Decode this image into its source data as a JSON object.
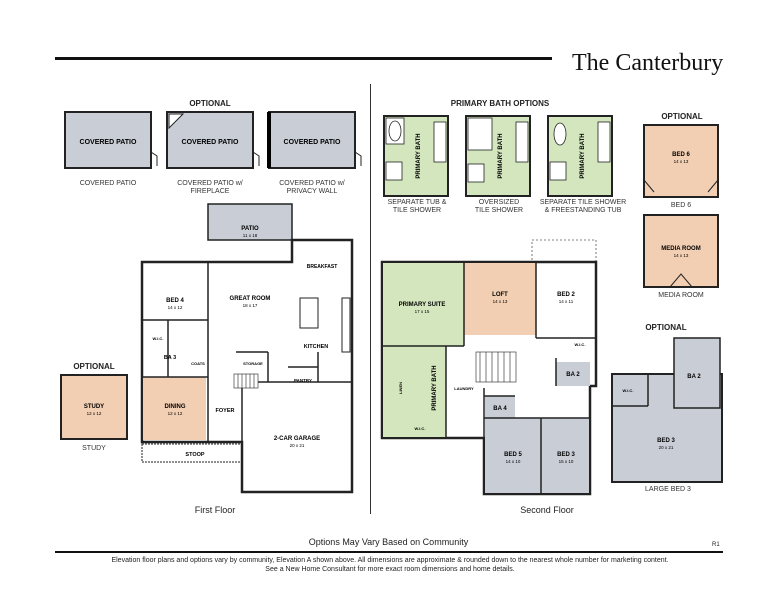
{
  "title": "The Canterbury",
  "optional_label": "OPTIONAL",
  "primary_bath_options_header": "PRIMARY BATH OPTIONS",
  "patio_options": [
    {
      "room": "COVERED PATIO",
      "caption_l1": "COVERED PATIO",
      "caption_l2": ""
    },
    {
      "room": "COVERED PATIO",
      "caption_l1": "COVERED PATIO w/",
      "caption_l2": "FIREPLACE"
    },
    {
      "room": "COVERED PATIO",
      "caption_l1": "COVERED PATIO w/",
      "caption_l2": "PRIVACY WALL"
    }
  ],
  "bath_options": [
    {
      "room": "PRIMARY BATH",
      "caption_l1": "SEPARATE TUB &",
      "caption_l2": "TILE SHOWER"
    },
    {
      "room": "PRIMARY BATH",
      "caption_l1": "OVERSIZED",
      "caption_l2": "TILE SHOWER"
    },
    {
      "room": "PRIMARY BATH",
      "caption_l1": "SEPARATE TILE SHOWER",
      "caption_l2": "& FREESTANDING TUB"
    }
  ],
  "first_floor": {
    "label": "First Floor",
    "rooms": {
      "patio": {
        "name": "PATIO",
        "dim": "11 x 18"
      },
      "breakfast": {
        "name": "BREAKFAST"
      },
      "bed4": {
        "name": "BED 4",
        "dim": "14 x 12"
      },
      "great_room": {
        "name": "GREAT ROOM",
        "dim": "18 x 17"
      },
      "kitchen": {
        "name": "KITCHEN"
      },
      "wic": {
        "name": "W.I.C."
      },
      "ba3": {
        "name": "BA 3"
      },
      "coats": {
        "name": "COATS"
      },
      "storage": {
        "name": "STORAGE"
      },
      "pantry": {
        "name": "PANTRY"
      },
      "dining": {
        "name": "DINING",
        "dim": "12 x 12"
      },
      "foyer": {
        "name": "FOYER"
      },
      "garage": {
        "name": "2-CAR GARAGE",
        "dim": "20 x 21"
      },
      "stoop": {
        "name": "STOOP"
      }
    }
  },
  "study_option": {
    "name": "STUDY",
    "dim": "12 x 12",
    "caption": "STUDY"
  },
  "second_floor": {
    "label": "Second Floor",
    "rooms": {
      "primary_suite": {
        "name": "PRIMARY SUITE",
        "dim": "17 x 15"
      },
      "loft": {
        "name": "LOFT",
        "dim": "14 x 13"
      },
      "bed2": {
        "name": "BED 2",
        "dim": "14 x 11"
      },
      "wic": {
        "name": "W.I.C."
      },
      "primary_bath": {
        "name": "PRIMARY BATH"
      },
      "linen": {
        "name": "LINEN"
      },
      "laundry": {
        "name": "LAUNDRY"
      },
      "ba2": {
        "name": "BA 2"
      },
      "ba4": {
        "name": "BA 4"
      },
      "bed5": {
        "name": "BED 5",
        "dim": "14 x 10"
      },
      "bed3": {
        "name": "BED 3",
        "dim": "15 x 10"
      }
    }
  },
  "bed6_option": {
    "name": "BED 6",
    "dim": "14 x 13",
    "caption": "BED 6"
  },
  "media_option": {
    "name": "MEDIA ROOM",
    "dim": "14 x 13",
    "caption": "MEDIA ROOM"
  },
  "large_bed3_option": {
    "name": "BED 3",
    "dim": "20 x 21",
    "wic": "W.I.C.",
    "ba2": "BA 2",
    "caption": "LARGE BED 3"
  },
  "note": "Options May Vary Based on Community",
  "revision": "R1",
  "disclaimer_l1": "Elevation floor plans and options vary by community, Elevation A shown above. All dimensions are approximate & rounded down to the nearest whole number for marketing content.",
  "disclaimer_l2": "See a New Home Consultant for more exact room dimensions and home details.",
  "colors": {
    "gray": "#c9ced6",
    "peach": "#f2cfb3",
    "green": "#d4e6be",
    "wall": "#222222"
  }
}
